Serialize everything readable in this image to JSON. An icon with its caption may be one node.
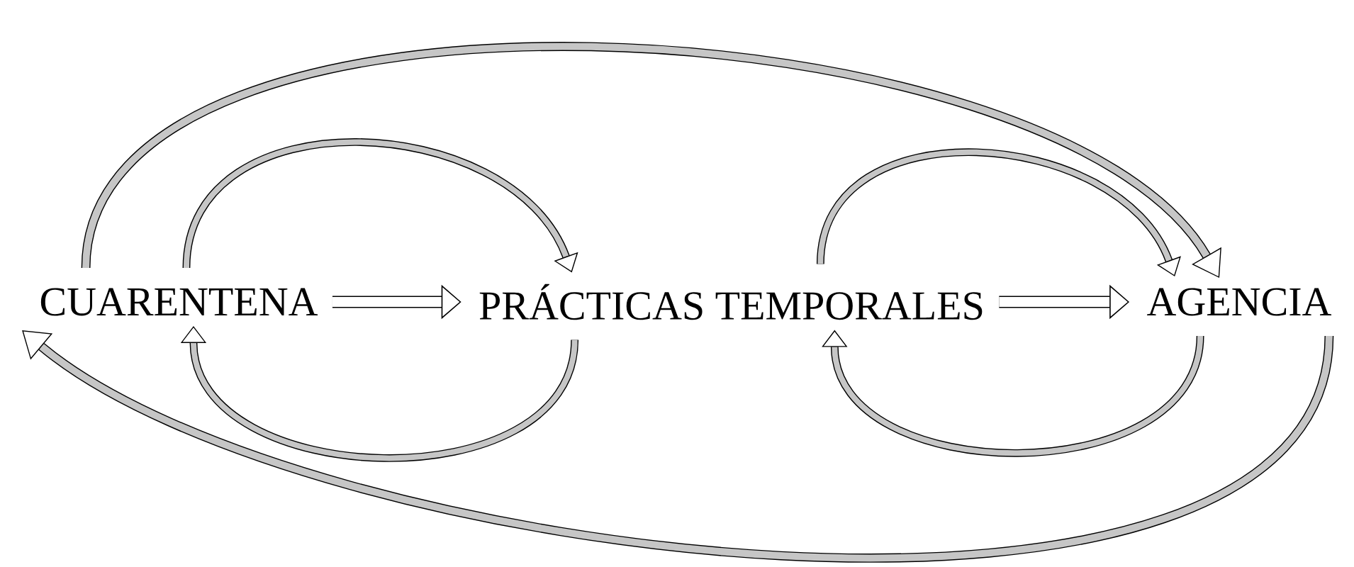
{
  "diagram": {
    "nodes": [
      {
        "text": [
          "CUARENTENA"
        ]
      },
      {
        "text": [
          "PRÁCTICAS TEMPORALES"
        ]
      },
      {
        "text": [
          "AGENCIA"
        ]
      }
    ],
    "edges": [
      {
        "from": 0,
        "to": 1,
        "arrow": "to"
      },
      {
        "from": 1,
        "to": 2,
        "arrow": "to"
      },
      {
        "from": 0,
        "to": 2,
        "arrow": "to"
      },
      {
        "from": 2,
        "to": 0,
        "arrow": "to"
      },
      {
        "from": 0,
        "to": 1,
        "arrow": "to"
      },
      {
        "from": 1,
        "to": 0,
        "arrow": "to"
      },
      {
        "from": 1,
        "to": 2,
        "arrow": "to"
      },
      {
        "from": 2,
        "to": 1,
        "arrow": "to"
      }
    ]
  }
}
